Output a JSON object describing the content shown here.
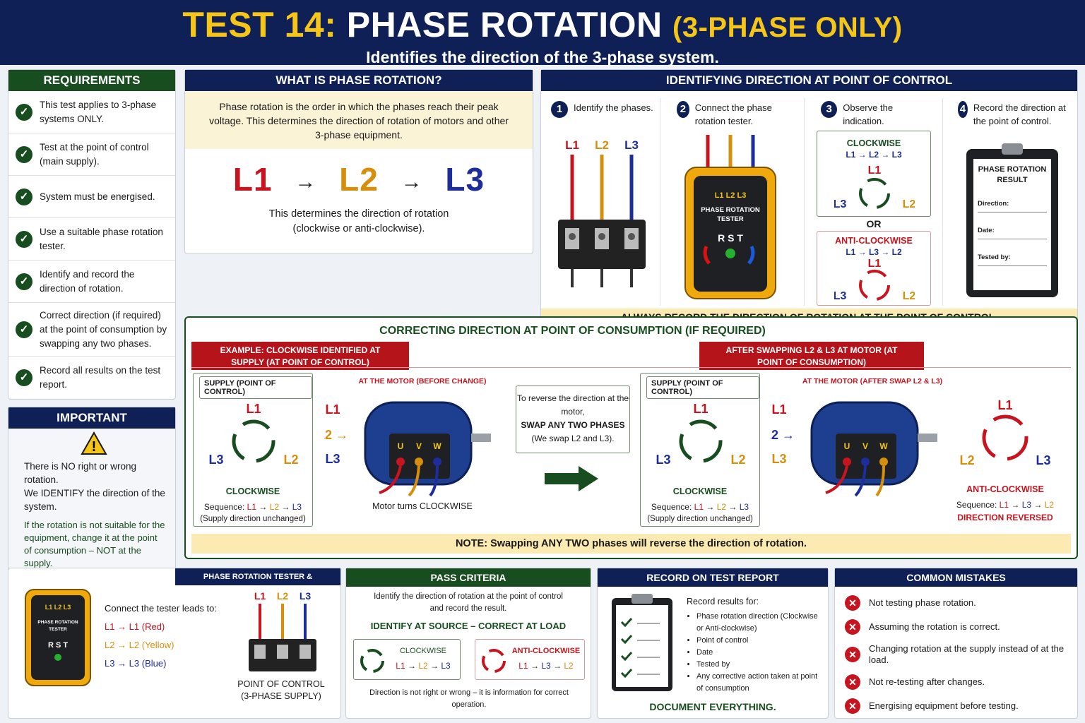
{
  "header": {
    "title_a": "TEST 14:",
    "title_b": "PHASE ROTATION",
    "title_c": "(3-PHASE ONLY)",
    "subtitle": "Identifies the direction of the 3-phase system."
  },
  "requirements": {
    "title": "REQUIREMENTS",
    "items": [
      "This test applies to 3-phase systems ONLY.",
      "Test at the point of control (main supply).",
      "System must be energised.",
      "Use a suitable phase rotation tester.",
      "Identify and record the direction of rotation.",
      "Correct direction (if required) at the point of consumption by swapping any two phases.",
      "Record all results on the test report."
    ]
  },
  "important": {
    "title": "IMPORTANT",
    "p1": "There is NO right or wrong rotation.",
    "p2": "We IDENTIFY the direction of the system.",
    "p3": "If the rotation is not suitable for the equipment, change it at the point of consumption – NOT at the supply."
  },
  "what": {
    "title": "WHAT IS PHASE ROTATION?",
    "desc": "Phase rotation is the order in which the phases reach their peak voltage. This determines the direction of rotation of motors and other 3-phase equipment.",
    "l1": "L1",
    "l2": "L2",
    "l3": "L3",
    "arrow": "→",
    "note": "This determines the direction of rotation (clockwise or anti-clockwise)."
  },
  "identify": {
    "title": "IDENTIFYING DIRECTION AT POINT OF CONTROL",
    "steps": [
      {
        "n": "1",
        "text": "Identify the phases."
      },
      {
        "n": "2",
        "text": "Connect the phase rotation tester."
      },
      {
        "n": "3",
        "text": "Observe the indication."
      },
      {
        "n": "4",
        "text": "Record the direction at the point of control."
      }
    ],
    "tester_label": "PHASE ROTATION TESTER",
    "tester_leads": "L1  L2  L3",
    "rst": "R   S   T",
    "cw": "CLOCKWISE",
    "cw_seq": "L1 → L2 → L3",
    "or": "OR",
    "acw": "ANTI-CLOCKWISE",
    "acw_seq": "L1 → L3 → L2",
    "sheet_title": "PHASE ROTATION RESULT",
    "sheet_direction": "Direction:",
    "sheet_date": "Date:",
    "sheet_tested": "Tested by:",
    "banner": "ALWAYS RECORD THE DIRECTION OF ROTATION AT THE POINT OF CONTROL."
  },
  "correcting": {
    "title": "CORRECTING DIRECTION AT POINT OF CONSUMPTION (IF REQUIRED)",
    "example": "EXAMPLE: CLOCKWISE IDENTIFIED AT SUPPLY (AT POINT OF CONTROL)",
    "after": "AFTER SWAPPING L2 & L3 AT MOTOR (AT POINT OF CONSUMPTION)",
    "supply_tag": "SUPPLY (POINT OF CONTROL)",
    "motor_before": "AT THE MOTOR (BEFORE CHANGE)",
    "motor_after": "AT THE MOTOR (AFTER SWAP L2 & L3)",
    "clockwise": "CLOCKWISE",
    "anticlockwise": "ANTI-CLOCKWISE",
    "sequence": "Sequence:",
    "unchanged": "(Supply direction unchanged)",
    "motor_turns": "Motor turns CLOCKWISE",
    "reversed": "DIRECTION REVERSED",
    "uvw": [
      "U",
      "V",
      "W"
    ],
    "reverse_box": "To reverse the direction at the motor,",
    "reverse_box_b": "SWAP ANY TWO PHASES",
    "reverse_box_c": "(We swap L2 and L3).",
    "note": "NOTE:  Swapping ANY TWO phases will reverse the direction of rotation."
  },
  "tester_conn": {
    "title": "PHASE ROTATION TESTER & CONNECTIONS",
    "intro": "Connect the tester leads to:",
    "l1": "L1 → L1 (Red)",
    "l2": "L2 → L2 (Yellow)",
    "l3": "L3 → L3 (Blue)",
    "poc": "POINT OF CONTROL",
    "poc2": "(3-PHASE SUPPLY)"
  },
  "pass": {
    "title": "PASS CRITERIA",
    "desc": "Identify the direction of rotation at the point of control and record the result.",
    "motto": "IDENTIFY AT SOURCE – CORRECT AT LOAD",
    "cw": "CLOCKWISE",
    "acw": "ANTI-CLOCKWISE",
    "foot": "Direction is not right or wrong – it is information for correct operation."
  },
  "record": {
    "title": "RECORD ON TEST REPORT",
    "intro": "Record results for:",
    "items": [
      "Phase rotation direction (Clockwise or Anti-clockwise)",
      "Point of control",
      "Date",
      "Tested by",
      "Any corrective action taken at point of consumption"
    ],
    "footer": "DOCUMENT EVERYTHING."
  },
  "mistakes": {
    "title": "COMMON MISTAKES",
    "items": [
      "Not testing phase rotation.",
      "Assuming the rotation is correct.",
      "Changing rotation at the supply instead of at the load.",
      "Not re-testing after changes.",
      "Energising equipment before testing."
    ]
  },
  "colors": {
    "navy": "#0f2057",
    "green": "#174d1f",
    "red": "#b4141a",
    "gold": "#f5c518"
  }
}
